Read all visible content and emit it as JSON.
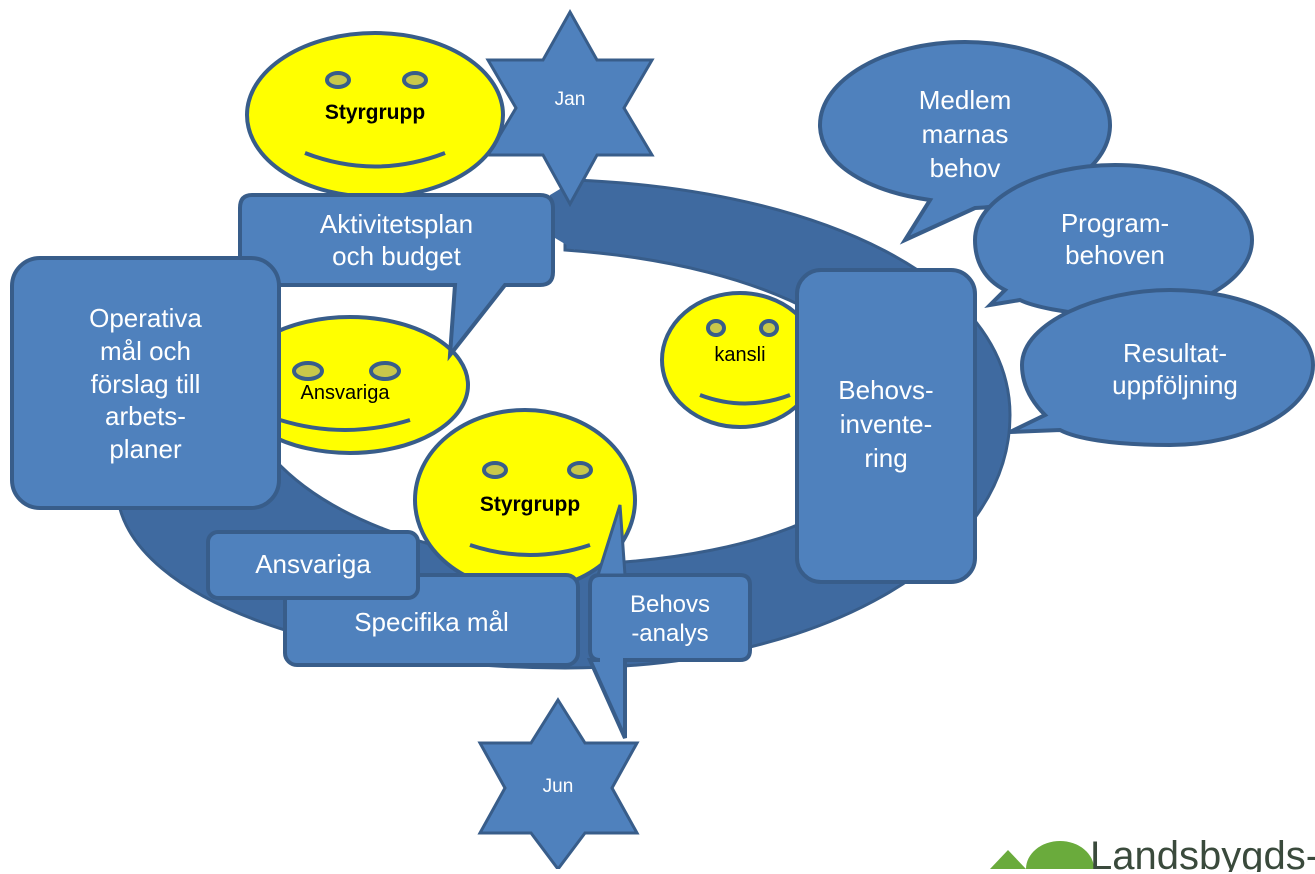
{
  "colors": {
    "shape_fill": "#4f81bd",
    "shape_stroke": "#385d8a",
    "ring_dark": "#3f6aa0",
    "smiley_fill": "#ffff00",
    "smiley_stroke": "#385d8a",
    "logo_green": "#6aab3c"
  },
  "stars": {
    "jan": "Jan",
    "jun": "Jun"
  },
  "smileys": {
    "styrgrupp_top": "Styrgrupp",
    "ansvariga": "Ansvariga",
    "styrgrupp_mid": "Styrgrupp",
    "kansli": "kansli"
  },
  "boxes": {
    "aktivitetsplan": "Aktivitetsplan\noch budget",
    "operativa": "Operativa\nmål och\nförslag till\narbets-\nplaner",
    "ansvariga": "Ansvariga",
    "specifika": "Specifika mål",
    "behovsanalys": "Behovs\n-analys",
    "behovsinventering": "Behovs-\ninvente-\nring"
  },
  "bubbles": {
    "medlem": "Medlem\nmarnas\nbehov",
    "program": "Program-\nbehoven",
    "resultat": "Resultat-\nuppföljning"
  },
  "logo": {
    "text": "Landsbygds-"
  }
}
